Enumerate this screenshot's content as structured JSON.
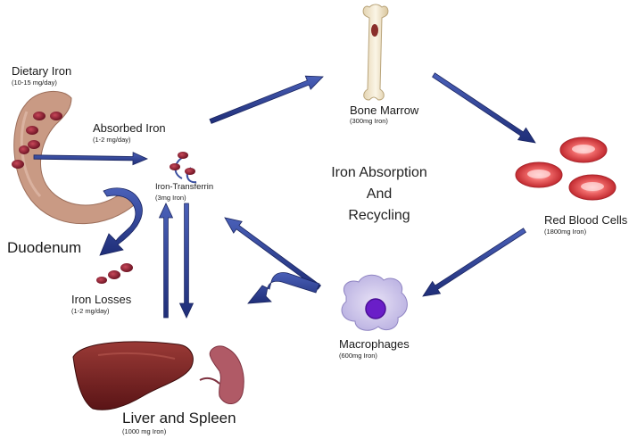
{
  "labels": {
    "dietary_iron": {
      "title": "Dietary Iron",
      "sub": "(10-15 mg/day)"
    },
    "absorbed_iron": {
      "title": "Absorbed Iron",
      "sub": "(1-2 mg/day)"
    },
    "iron_transferrin": {
      "title": "Iron-Transferrin",
      "sub": "(3mg Iron)"
    },
    "bone_marrow": {
      "title": "Bone Marrow",
      "sub": "(300mg Iron)"
    },
    "red_blood_cells": {
      "title": "Red Blood Cells",
      "sub": "(1800mg Iron)"
    },
    "macrophages": {
      "title": "Macrophages",
      "sub": "(600mg Iron)"
    },
    "liver_spleen": {
      "title": "Liver and Spleen",
      "sub": "(1000 mg Iron)"
    },
    "iron_losses": {
      "title": "Iron Losses",
      "sub": "(1-2 mg/day)"
    },
    "duodenum": {
      "title": "Duodenum"
    }
  },
  "center_title": {
    "line1": "Iron Absorption",
    "line2": "And",
    "line3": "Recycling"
  },
  "colors": {
    "arrow_fill": "#2b3d8f",
    "arrow_edge": "#1a2560",
    "duodenum": "#c99a84",
    "iron_dot": "#8a1e2e",
    "rbc": "#d8343a",
    "liver": "#7a1f22",
    "spleen": "#b05a66",
    "macrophage": "#c8bfe6",
    "nucleus": "#6a1ec8",
    "bone": "#f0e6cf"
  }
}
